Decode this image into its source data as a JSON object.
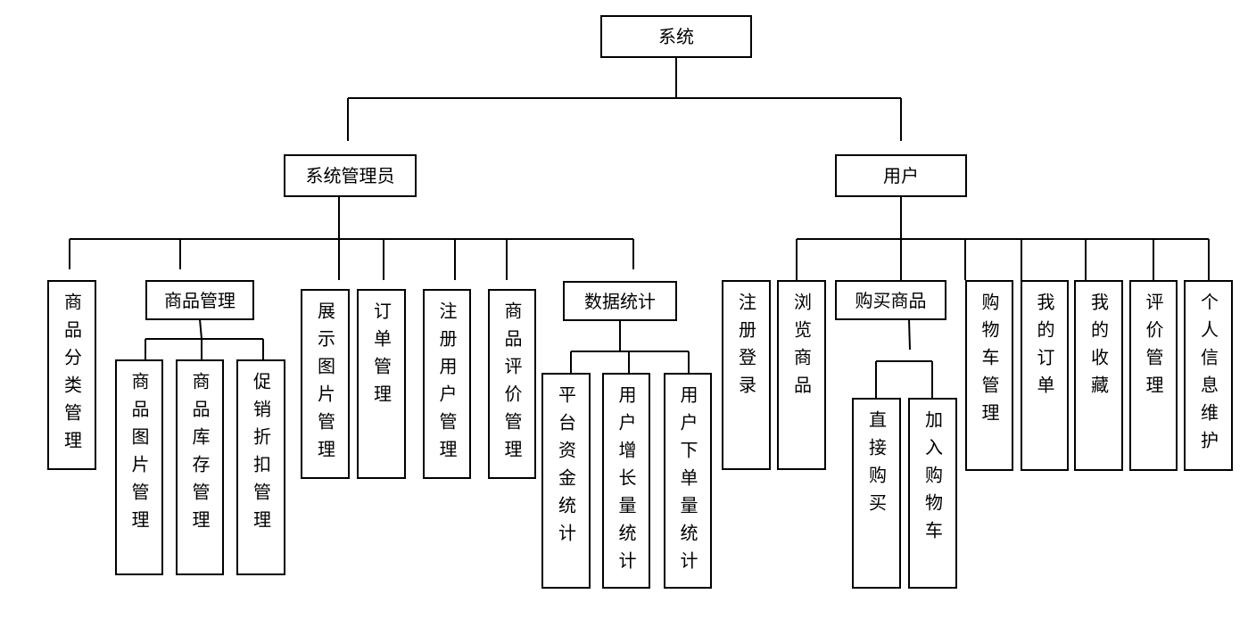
{
  "diagram": {
    "root": "系统",
    "admin": {
      "label": "系统管理员",
      "category": "商品分类管理",
      "goods": {
        "label": "商品管理",
        "children": [
          "商品图片管理",
          "商品库存管理",
          "促销折扣管理"
        ]
      },
      "display_images": "展示图片管理",
      "orders": "订单管理",
      "registered_users": "注册用户管理",
      "reviews": "商品评价管理",
      "stats": {
        "label": "数据统计",
        "children": [
          "平台资金统计",
          "用户增长量统计",
          "用户下单量统计"
        ]
      }
    },
    "user": {
      "label": "用户",
      "register": "注册登录",
      "browse": "浏览商品",
      "buy": {
        "label": "购买商品",
        "children": [
          "直接购买",
          "加入购物车"
        ]
      },
      "cart": "购物车管理",
      "my_orders": "我的订单",
      "favorites": "我的收藏",
      "reviews": "评价管理",
      "profile": "个人信息维护"
    }
  }
}
